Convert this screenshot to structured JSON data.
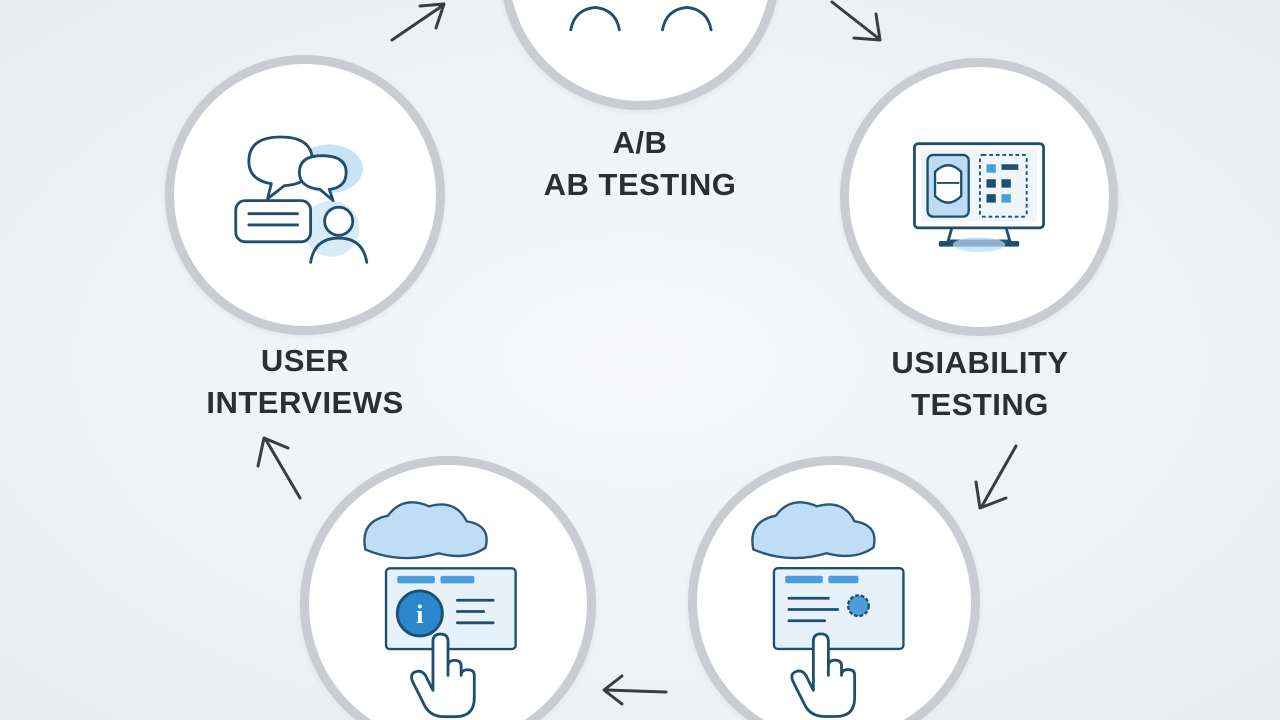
{
  "nodes": {
    "ab_testing": {
      "title_top": "A/B",
      "title": "AB TESTING",
      "icon": "two-users-icon"
    },
    "usability_testing": {
      "title_top": "USIABILITY",
      "title": "TESTING",
      "icon": "monitor-wireframe-icon"
    },
    "user_interviews": {
      "title_top": "USER",
      "title": "INTERVIEWS",
      "icon": "chat-bubbles-user-icon"
    },
    "bottom_left": {
      "icon": "info-card-hand-icon"
    },
    "bottom_right": {
      "icon": "settings-card-hand-icon"
    }
  },
  "colors": {
    "stroke": "#1f4f6e",
    "accent": "#4a9fd8",
    "accent_light": "#bcdcf4",
    "ring": "#c9cdd1",
    "text": "#2b2f33",
    "arrow": "#3a3d40"
  }
}
